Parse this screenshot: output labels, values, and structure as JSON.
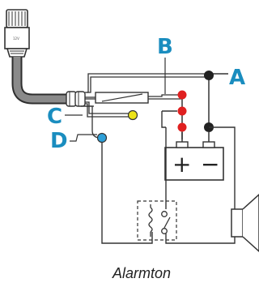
{
  "callouts": {
    "a": "A",
    "b": "B",
    "c": "C",
    "d": "D"
  },
  "battery": {
    "plus": "+",
    "minus": "−"
  },
  "connector_label": "12V",
  "caption": "Alarmton",
  "colors": {
    "callout": "#1a8dbf",
    "wire": "#333333",
    "cable": "#3a3a3a",
    "red_terminal": "#e02020",
    "yellow_terminal": "#ece318",
    "blue_terminal": "#2d9fd8",
    "black_terminal": "#222222",
    "relay_dash": "#333333"
  },
  "icons": {
    "connector": "connector-plug-icon",
    "battery": "battery-icon",
    "relay": "relay-icon",
    "speaker": "speaker-icon"
  }
}
